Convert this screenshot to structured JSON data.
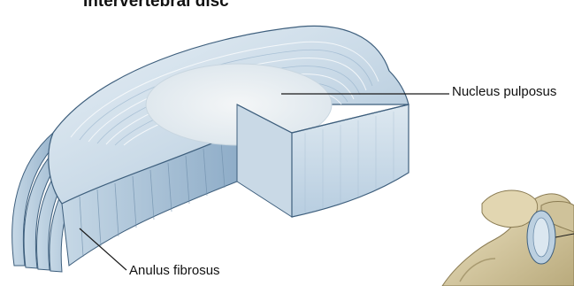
{
  "diagram": {
    "title": "Intervertebral disc",
    "labels": {
      "nucleus_pulposus": "Nucleus pulposus",
      "anulus_fibrosus": "Anulus fibrosus"
    },
    "colors": {
      "disc_light": "#dfe9f1",
      "disc_mid": "#b9cfe0",
      "disc_dark": "#7f9fbb",
      "outline": "#3e5f7d",
      "nucleus": "#eef2f4",
      "bone": "#d8cba4",
      "bone_shadow": "#a89a70",
      "leader_line": "#1a1a1a"
    }
  }
}
